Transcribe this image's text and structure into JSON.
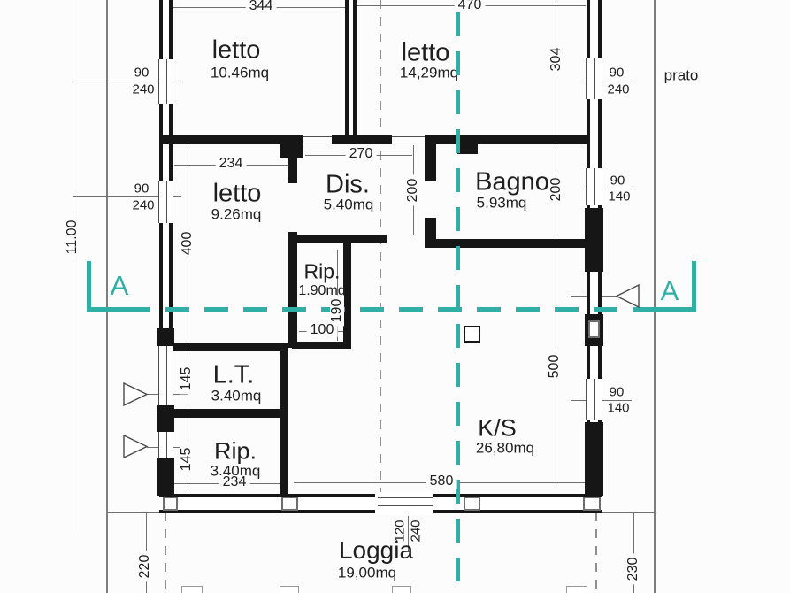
{
  "colors": {
    "teal": "#2fafa5",
    "wall": "#161616",
    "line": "#6f6f6f",
    "text": "#1f1f1f"
  },
  "site": {
    "lawn_label": "prato"
  },
  "section": {
    "label_left": "A",
    "label_right": "A"
  },
  "rooms": [
    {
      "name": "letto",
      "area": "10.46mq"
    },
    {
      "name": "letto",
      "area": "14,29mq"
    },
    {
      "name": "letto",
      "area": "9.26mq"
    },
    {
      "name": "Dis.",
      "area": "5.40mq"
    },
    {
      "name": "Bagno",
      "area": "5.93mq"
    },
    {
      "name": "Rip.",
      "area": "1.90mq"
    },
    {
      "name": "L.T.",
      "area": "3.40mq"
    },
    {
      "name": "Rip.",
      "area": "3.40mq"
    },
    {
      "name": "K/S",
      "area": "26,80mq"
    },
    {
      "name": "Loggia",
      "area": "19,00mq"
    }
  ],
  "dims": {
    "overall_height": "11.00",
    "letto1_width": "344",
    "letto2_width": "470",
    "letto2_height": "304",
    "letto3_width": "234",
    "letto3_height": "400",
    "dis_width": "270",
    "dis_height": "200",
    "bagno_height": "200",
    "rip1_width": "100",
    "rip1_height": "190",
    "lt_height": "145",
    "rip2_height": "145",
    "rip2_width": "234",
    "ks_width": "580",
    "ks_height": "500",
    "loggia_left_depth": "220",
    "loggia_right_depth": "230"
  },
  "windows": {
    "left_top": {
      "width": "90",
      "height": "240"
    },
    "left_mid": {
      "width": "90",
      "height": "240"
    },
    "right_top": {
      "width": "90",
      "height": "240"
    },
    "right_bagno": {
      "width": "90",
      "height": "140"
    },
    "right_ks": {
      "width": "90",
      "height": "140"
    }
  },
  "entrance": {
    "width": "120",
    "height": "240"
  }
}
